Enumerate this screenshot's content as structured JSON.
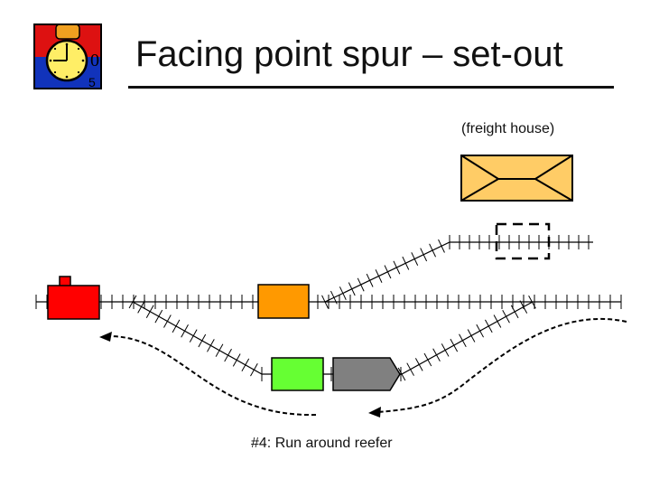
{
  "slide": {
    "title": "Facing point spur – set-out",
    "freight_house_label": "(freight house)",
    "caption": "#4:  Run around reefer"
  },
  "icons": {
    "logo": "stopwatch-icon"
  },
  "colors": {
    "locomotive": "#ff0000",
    "orange_car": "#ff9900",
    "green_car": "#66ff33",
    "reefer": "#808080",
    "freight_house": "#ffcc66",
    "logo_red": "#dd1111",
    "logo_blue": "#1133bb",
    "logo_face": "#ffee66"
  }
}
